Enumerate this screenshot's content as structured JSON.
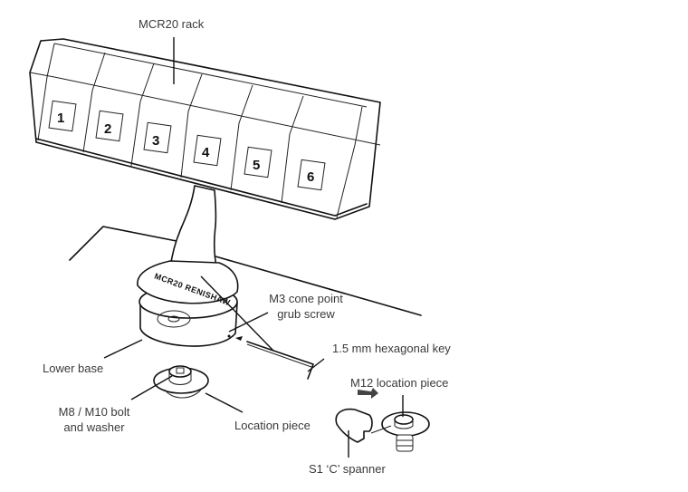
{
  "diagram": {
    "title": "MCR20 rack assembly",
    "labels": {
      "rack": "MCR20 rack",
      "grub_screw_line1": "M3 cone point",
      "grub_screw_line2": "grub screw",
      "hex_key": "1.5 mm hexagonal key",
      "lower_base": "Lower base",
      "bolt_line1": "M8 / M10 bolt",
      "bolt_line2": "and washer",
      "location_piece": "Location piece",
      "m12_location_piece": "M12 location piece",
      "spanner": "S1 ‘C’ spanner"
    },
    "rack_slots": [
      "1",
      "2",
      "3",
      "4",
      "5",
      "6"
    ],
    "base_engraving": "MCR20 RENISHAW"
  }
}
